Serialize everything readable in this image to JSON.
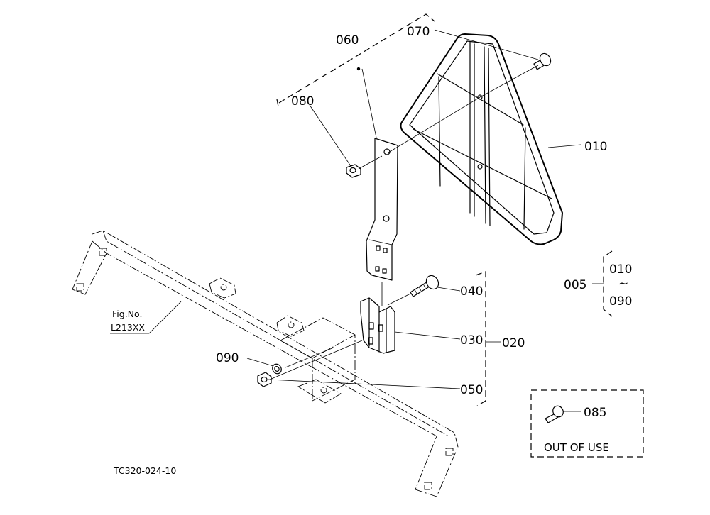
{
  "part_numbers": {
    "p010": "010",
    "p020": "020",
    "p030": "030",
    "p040": "040",
    "p050": "050",
    "p060": "060",
    "p070": "070",
    "p080": "080",
    "p085": "085",
    "p090": "090"
  },
  "assembly_range": {
    "number": "005",
    "from": "010",
    "tilde": "~",
    "to": "090"
  },
  "figure_reference": {
    "line1": "Fig.No.",
    "line2": "L213XX"
  },
  "out_of_use_label": "OUT OF USE",
  "drawing_code": "TC320-024-10"
}
